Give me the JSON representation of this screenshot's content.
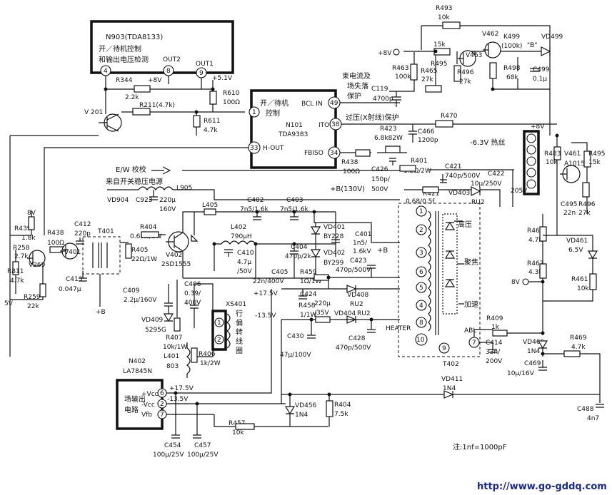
{
  "ic_blocks": {
    "n903": {
      "ref": "N903(TDA8133)",
      "desc1": "开／待机控制",
      "desc2": "和输出电压检测",
      "out2": "OUT2",
      "out1": "OUT1",
      "pin4": "4",
      "pin8": "8",
      "pin9": "9"
    },
    "n101": {
      "ref": "N101",
      "chip": "TDA9383",
      "desc1": "开／待机",
      "desc2": "控制",
      "bcl": "BCL IN",
      "ito": "ITO",
      "fbiso": "FBISO",
      "hout": "H-OUT",
      "pin1": "1",
      "pin49": "49",
      "pin38": "38",
      "pin34": "34",
      "pin33": "33"
    },
    "n402": {
      "ref": "N402",
      "chip": "LA7845N",
      "desc1": "场输出",
      "desc2": "电路",
      "vcc_pos": "+Vcc",
      "vcc_neg": "-Vcc",
      "vfb": "Vfb",
      "pin6": "6",
      "pin2": "2",
      "pin7": "7"
    },
    "t402": {
      "ref": "T402",
      "hv": "高压",
      "focus": "聚焦",
      "screen": "加速",
      "heater": "HEATER",
      "abl": "ABL",
      "pins": [
        "1",
        "2",
        "3",
        "6",
        "5",
        "4",
        "8",
        "10",
        "9",
        "7"
      ]
    }
  },
  "labels": {
    "r344": "R344",
    "r344v": "2.2k",
    "plus8v_a": "+8V",
    "plus51v": "+5.1V",
    "r610": "R610",
    "r610v": "100Ω",
    "r211": "R211(4.7k)",
    "r611": "R611",
    "r611v": "4.7k",
    "v201": "V 201",
    "r493": "R493",
    "r493v": "10k",
    "v462": "V462",
    "k499": "K499",
    "k499v": "(100k)",
    "b_label": "\"B\"",
    "vd499": "VD499",
    "plus8v_b": "+8V",
    "r495a": "15k",
    "v463": "V463",
    "r495a_ref": "R495",
    "r463": "R463",
    "r463v": "100k",
    "r465": "R465",
    "r465v": "27k",
    "r496": "R496",
    "r496v": "27k",
    "r498": "R498",
    "r498v": "68k",
    "c499": "C499",
    "c499v": "0.1μ",
    "beam1": "束电流及",
    "beam2": "场失落",
    "beam3": "保护",
    "c119": "C119",
    "c119v": "4700p",
    "overv": "过压(X射线)保护",
    "r470": "R470",
    "r423": "R423",
    "r423v": "6.8k82W",
    "c466": "C466",
    "c466v": "1200p",
    "plus8v_c": "+8V",
    "heater_v": "-6.3V 热丝",
    "r483": "R483",
    "r483v": "10k",
    "v461": "V461",
    "a1015": "A1015",
    "r495b": "R495",
    "r495bv": "15k",
    "c495": "C495",
    "c495v": "22n",
    "r496b": "R496",
    "r496bv": "27k",
    "r438": "R438",
    "r438v": "100Ω",
    "c426": "C426",
    "c426v1": "150p/",
    "c426v2": "500V",
    "r401": "R401",
    "r401v": "1.2Ω/2W",
    "c421": "C421",
    "c421v": "740p/500V",
    "c422": "C422",
    "c422v": "10μ/250V",
    "ew": "E/W 校校",
    "b130": "+B(130V)",
    "r421": "R421",
    "r421v": "0.68/0.5f",
    "vd403": "VD403",
    "ru2a": "RU2",
    "v205": "205V",
    "src": "来自开关稳压电源",
    "l905": "L905",
    "vd904": "VD904",
    "c923": "C923",
    "c923v1": "220μ",
    "c923v2": "160V",
    "l405": "L405",
    "c402": "C402",
    "c402v": "7n5/1.6k",
    "c403": "C403",
    "c403v": "7n5/1.6k",
    "v8": "8V",
    "r439": "R439",
    "r439v": "1.8k",
    "r258": "R258",
    "r258v": "2.7k",
    "r811": "R811",
    "r811v": "4.7k",
    "r438b": "R438",
    "r438bv": "100Ω",
    "v401": "V401",
    "v269": "V269",
    "c412": "C412",
    "c412v": "220p",
    "t401": "T401",
    "r404": "R404",
    "r404v": "0.68Ω/2W",
    "r405": "R405",
    "r405v": "22Ω/1W",
    "v402": "V402",
    "v402v": "2SD1555",
    "c413": "C413",
    "c413v": "0.047μ",
    "r259": "R259",
    "r259v": "22k",
    "v5": "5V",
    "plusb": "+B",
    "l402": "L402",
    "l402v": "790μH",
    "c410": "C410",
    "c410v1": "4.7μ",
    "c410v2": "/50V",
    "c404": "C404",
    "c404v": "470p/2k",
    "vd401": "VD401",
    "by228": "BY228",
    "vd402": "VD402",
    "by299": "BY299",
    "c401": "C401",
    "c401v1": "1n5/",
    "c401v2": "1.6kV",
    "plusb2": "+B",
    "c405": "C405",
    "c405v": "22n/400V",
    "r459": "R459",
    "r459v": "1Ω/1W",
    "c423": "C423",
    "c423v": "470p/500V",
    "v175a": "+17.5V",
    "c424": "C424",
    "c424v1": "220μ",
    "c424v2": "/35V",
    "vd408": "VD408",
    "ru2b": "RU2",
    "c409": "C409",
    "c409v": "2.2μ/160V",
    "c406": "C406",
    "c406v1": "0.39/",
    "c406v2": "400V",
    "xs401": "XS401",
    "yoke1": "行",
    "yoke2": "偏",
    "yoke3": "转",
    "yoke4": "线",
    "yoke5": "圈",
    "vd409": "VD409",
    "vd409v": "5295G",
    "r407": "R407",
    "r407v": "10k/1W",
    "l401": "L401",
    "l401v": "803",
    "r406": "R406",
    "r406v": "1k/2W",
    "v135a": "-13.5V",
    "r458": "R458",
    "r458v": "1/1W",
    "vd404": "VD404",
    "ru2c": "RU2",
    "c430": "C430",
    "c430v": "47μ/100V",
    "c428": "C428",
    "c428v": "470p/500V",
    "r462": "R462",
    "r462v": "4.7k",
    "vd461": "VD461",
    "vd461v": "6.5V",
    "r467": "R467",
    "r467v": "4.3k",
    "v8b": "8V",
    "r461": "R461",
    "r461v": "10k",
    "r409": "R409",
    "r409v": "1k",
    "c414": "C414",
    "c414v1": "33n/",
    "c414v2": "200V",
    "vd466": "VD466",
    "vd466v": "1N4",
    "r469": "R469",
    "r469v": "4.7k",
    "c469": "C469",
    "c469v": "10μ/16V",
    "v175b": "+17.5V",
    "v135b": "-13.5V",
    "vd411": "VD411",
    "vd411v": "1N4",
    "vd456": "VD456",
    "vd456v": "1N4",
    "r404b": "R404",
    "r404bv": "7.5k",
    "r457": "R457",
    "r457v": "10k",
    "c488": "C488",
    "c488v": "4n7",
    "c454": "C454",
    "c454v": "100μ/25V",
    "c457": "C457",
    "c457v": "100μ/25V",
    "note": "注:1nf=1000pF",
    "url": "http://www.go-gddq.com"
  }
}
